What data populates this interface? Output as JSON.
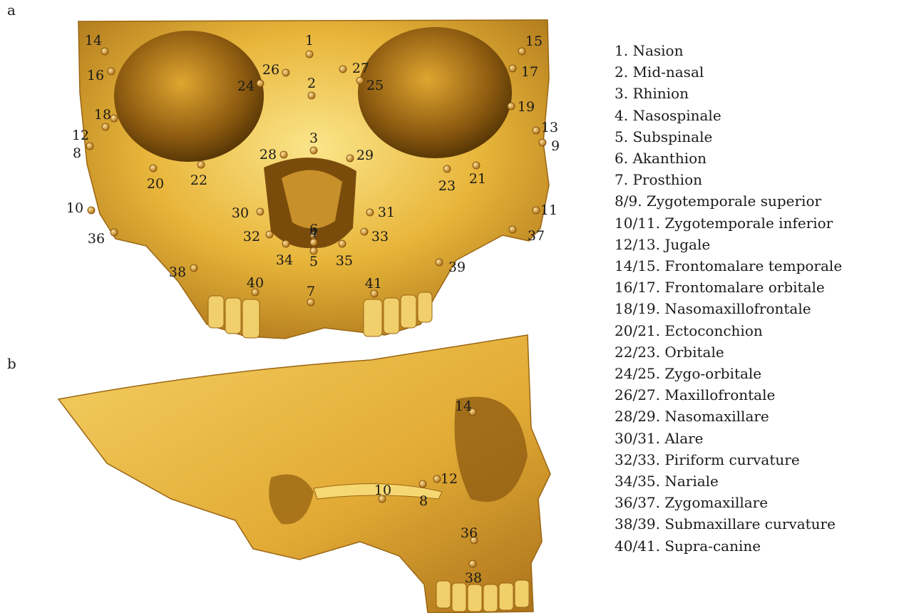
{
  "panels": {
    "a": "a",
    "b": "b"
  },
  "colors": {
    "bone": "#e6b43c",
    "bone_light": "#f7dc7a",
    "bone_dark": "#a8731a",
    "landmark": "#c8861a"
  },
  "frontal_landmarks": [
    "1",
    "2",
    "3",
    "4",
    "5",
    "6",
    "7",
    "8",
    "9",
    "10",
    "11",
    "12",
    "13",
    "14",
    "15",
    "16",
    "17",
    "18",
    "19",
    "20",
    "21",
    "22",
    "23",
    "24",
    "25",
    "26",
    "27",
    "28",
    "29",
    "30",
    "31",
    "32",
    "33",
    "34",
    "35",
    "36",
    "37",
    "38",
    "39",
    "40",
    "41"
  ],
  "lateral_landmarks": [
    "14",
    "12",
    "8",
    "10",
    "36",
    "38"
  ],
  "legend": [
    "1. Nasion",
    "2. Mid-nasal",
    "3. Rhinion",
    "4. Nasospinale",
    "5. Subspinale",
    "6. Akanthion",
    "7. Prosthion",
    "8/9. Zygotemporale superior",
    "10/11. Zygotemporale inferior",
    "12/13. Jugale",
    "14/15. Frontomalare temporale",
    "16/17. Frontomalare orbitale",
    "18/19. Nasomaxillofrontale",
    "20/21. Ectoconchion",
    "22/23. Orbitale",
    "24/25. Zygo-orbitale",
    "26/27. Maxillofrontale",
    "28/29. Nasomaxillare",
    "30/31. Alare",
    "32/33. Piriform curvature",
    "34/35. Nariale",
    "36/37. Zygomaxillare",
    "38/39. Submaxillare curvature",
    "40/41. Supra-canine"
  ]
}
